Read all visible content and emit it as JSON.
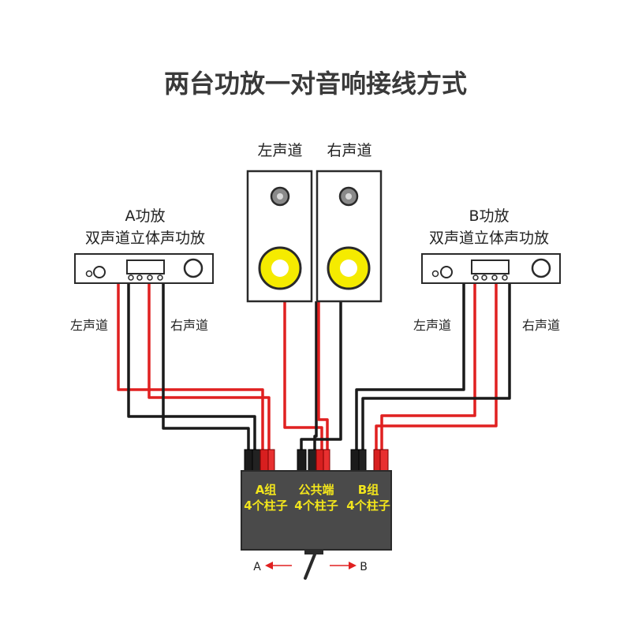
{
  "title": "两台功放一对音响接线方式",
  "speakers": {
    "left_label": "左声道",
    "right_label": "右声道"
  },
  "amp_a": {
    "name": "A功放",
    "subtitle": "双声道立体声功放",
    "wire_left": "左声道",
    "wire_right": "右声道"
  },
  "amp_b": {
    "name": "B功放",
    "subtitle": "双声道立体声功放",
    "wire_left": "左声道",
    "wire_right": "右声道"
  },
  "switch_box": {
    "group_a_line1": "A组",
    "group_a_line2": "4个柱子",
    "common_line1": "公共端",
    "common_line2": "4个柱子",
    "group_b_line1": "B组",
    "group_b_line2": "4个柱子",
    "label_color": "#f2e51c"
  },
  "selector": {
    "left_label": "A",
    "right_label": "B"
  },
  "colors": {
    "red_wire": "#e02020",
    "black_wire": "#1a1a1a",
    "woofer": "#f5eb00",
    "box": "#4a4a4a"
  }
}
